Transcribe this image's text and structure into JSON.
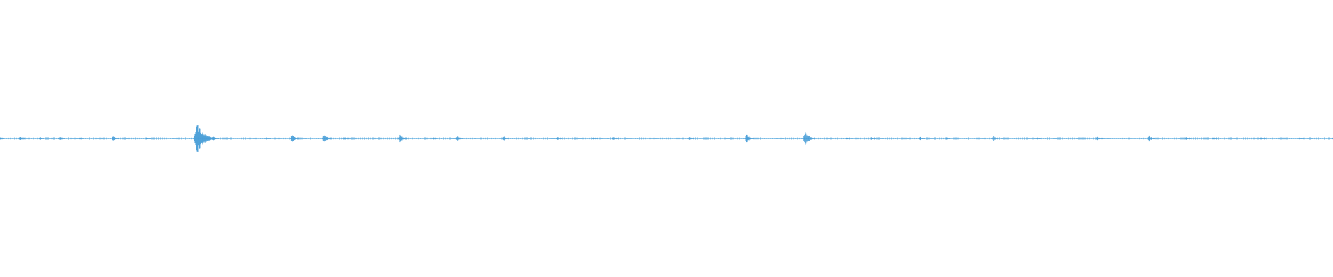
{
  "waveform": {
    "color": "#4a9fd8",
    "baseline_color": "#5aaee0",
    "background": "#ffffff",
    "peaks": [
      {
        "t": 0.0,
        "amp": 0.06
      },
      {
        "t": 0.015,
        "amp": 0.07
      },
      {
        "t": 0.03,
        "amp": 0.06
      },
      {
        "t": 0.045,
        "amp": 0.08
      },
      {
        "t": 0.06,
        "amp": 0.04
      },
      {
        "t": 0.085,
        "amp": 0.1
      },
      {
        "t": 0.11,
        "amp": 0.05
      },
      {
        "t": 0.148,
        "amp": 0.55
      },
      {
        "t": 0.16,
        "amp": 0.1
      },
      {
        "t": 0.2,
        "amp": 0.05
      },
      {
        "t": 0.219,
        "amp": 0.16
      },
      {
        "t": 0.243,
        "amp": 0.18
      },
      {
        "t": 0.258,
        "amp": 0.07
      },
      {
        "t": 0.3,
        "amp": 0.16
      },
      {
        "t": 0.325,
        "amp": 0.05
      },
      {
        "t": 0.343,
        "amp": 0.11
      },
      {
        "t": 0.378,
        "amp": 0.08
      },
      {
        "t": 0.418,
        "amp": 0.07
      },
      {
        "t": 0.445,
        "amp": 0.05
      },
      {
        "t": 0.46,
        "amp": 0.08
      },
      {
        "t": 0.517,
        "amp": 0.07
      },
      {
        "t": 0.56,
        "amp": 0.17
      },
      {
        "t": 0.604,
        "amp": 0.26
      },
      {
        "t": 0.635,
        "amp": 0.05
      },
      {
        "t": 0.654,
        "amp": 0.06
      },
      {
        "t": 0.69,
        "amp": 0.07
      },
      {
        "t": 0.71,
        "amp": 0.06
      },
      {
        "t": 0.745,
        "amp": 0.1
      },
      {
        "t": 0.778,
        "amp": 0.05
      },
      {
        "t": 0.823,
        "amp": 0.09
      },
      {
        "t": 0.862,
        "amp": 0.12
      },
      {
        "t": 0.89,
        "amp": 0.06
      },
      {
        "t": 0.91,
        "amp": 0.06
      },
      {
        "t": 0.946,
        "amp": 0.08
      },
      {
        "t": 0.975,
        "amp": 0.04
      },
      {
        "t": 1.0,
        "amp": 0.05
      }
    ]
  }
}
